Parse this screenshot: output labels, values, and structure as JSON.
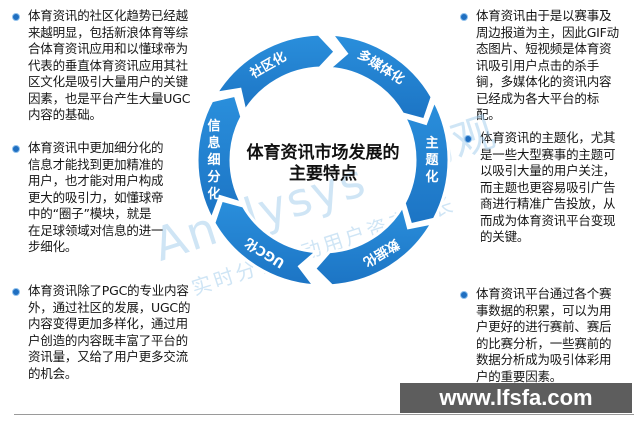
{
  "diagram": {
    "center_title": "体育资讯市场发展的\n主要特点",
    "segments": [
      {
        "label": "社区化",
        "position": "top-left"
      },
      {
        "label": "多媒体化",
        "position": "top-right"
      },
      {
        "label": "主题化",
        "position": "right"
      },
      {
        "label": "数据化",
        "position": "bottom-right"
      },
      {
        "label": "UGC化",
        "position": "bottom-left"
      },
      {
        "label": "信息细分化",
        "position": "left"
      }
    ],
    "colors": {
      "ring": "#2182d2",
      "ring_dark": "#1a6db5",
      "bullet": "#1f6fc1",
      "label": "#ffffff"
    }
  },
  "blocks": {
    "community": "体育资讯的社区化趋势已经越\n来越明显，包括新浪体育等综\n合体育资讯应用和以懂球帝为\n代表的垂直体育资讯应用其社\n区文化是吸引大量用户的关键\n因素，也是平台产生大量UGC\n内容的基础。",
    "segmentation": "体育资讯中更加细分化的\n信息才能找到更加精准的\n用户，也才能对用户构成\n更大的吸引力，如懂球帝\n中的“圈子”模块，就是\n在足球领域对信息的进一\n步细化。",
    "ugc": "体育资讯除了PGC的专业内容\n外，通过社区的发展，UGC的\n内容变得更加多样化，通过用\n户创造的内容既丰富了平台的\n资讯量，又给了用户更多交流\n的机会。",
    "multimedia": "体育资讯由于是以赛事及\n周边报道为主，因此GIF动\n态图片、短视频是体育资\n讯吸引用户点击的杀手\n锏，多媒体化的资讯内容\n已经成为各大平台的标\n配。",
    "theme": "体育资讯的主题化，尤其\n是一些大型赛事的主题可\n以吸引大量的用户关注，\n而主题也更容易吸引广告\n商进行精准广告投放，从\n而成为体育资讯平台变现\n的关键。",
    "data": "体育资讯平台通过各个赛\n事数据的积累，可以为用\n户更好的进行赛前、赛后\n的比赛分析，一些赛前的\n数据分析成为吸引体彩用\n户的重要因素。"
  },
  "watermark": {
    "brand": "Analysys",
    "brand_cn": "易观",
    "slogan": "实时分析驱动用户资产成长"
  },
  "site_badge": "www.lfsfa.com"
}
